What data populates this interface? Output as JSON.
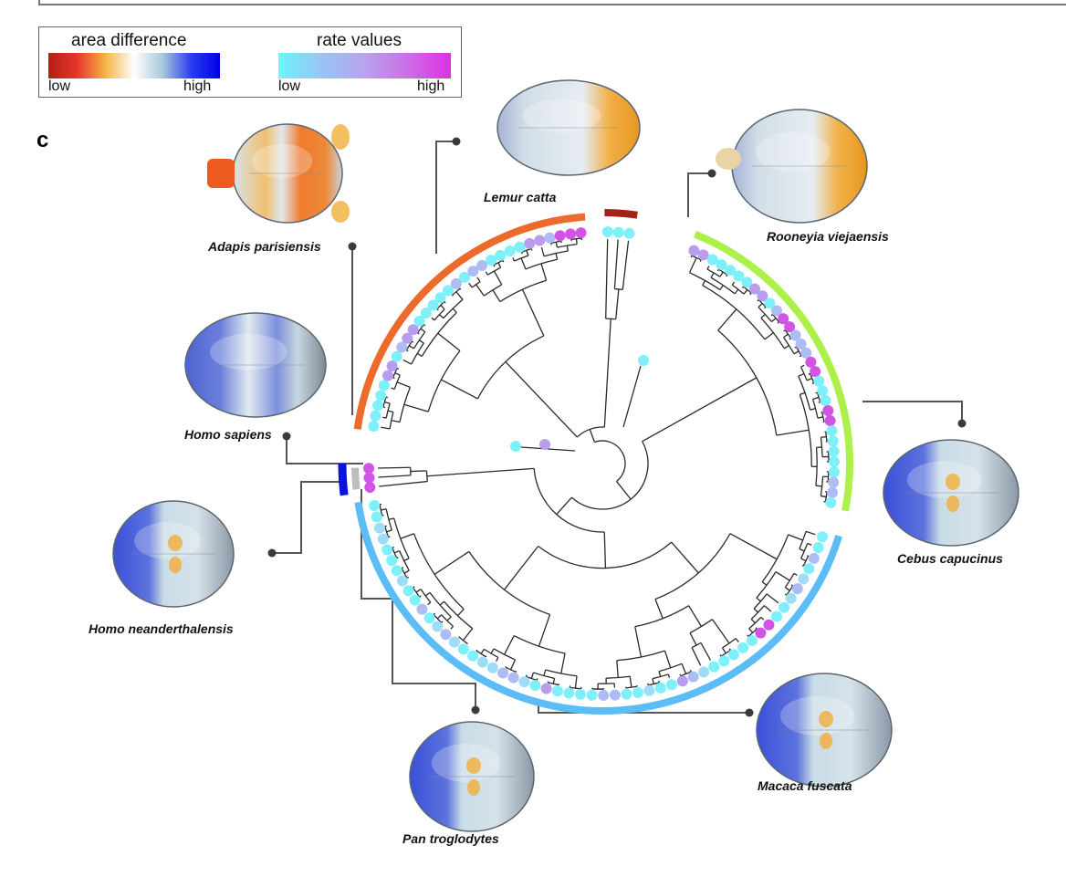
{
  "panel_label": "c",
  "legend": {
    "area_difference": {
      "title": "area difference",
      "low": "low",
      "high": "high",
      "gradient": [
        "#b22018",
        "#e8352a",
        "#f5b445",
        "#ffffff",
        "#a8c8dc",
        "#2a3cf0",
        "#0000e6"
      ]
    },
    "rate_values": {
      "title": "rate values",
      "low": "low",
      "high": "high",
      "gradient": [
        "#6ef5f8",
        "#98c4f4",
        "#b8a4ec",
        "#cc6ee6",
        "#de30e4"
      ]
    }
  },
  "colors": {
    "branch": "#2a2a2a",
    "leader": "#555555",
    "rate_low": "#7ef0fa",
    "rate_lowmid": "#9fdcf8",
    "rate_mid": "#aebcf4",
    "rate_midhigh": "#b89cee",
    "rate_high": "#d254e6"
  },
  "clades": [
    {
      "name": "strepsirrhines",
      "color": "#ec6a2c"
    },
    {
      "name": "adapis-clade",
      "color": "#a52119"
    },
    {
      "name": "new-world-monkeys",
      "color": "#aef04a"
    },
    {
      "name": "old-world-monkeys-apes",
      "color": "#5bbcf6"
    },
    {
      "name": "homo-clade",
      "color": "#0a12e0"
    },
    {
      "name": "fossil",
      "color": "#bdbdbd"
    }
  ],
  "species": [
    {
      "id": "adapis",
      "label": "Adapis parisiensis",
      "pattern": "orange"
    },
    {
      "id": "lemur",
      "label": "Lemur catta",
      "pattern": "orange-rear"
    },
    {
      "id": "rooneyia",
      "label": "Rooneyia viejaensis",
      "pattern": "orange-rear"
    },
    {
      "id": "homo-sapiens",
      "label": "Homo sapiens",
      "pattern": "blue"
    },
    {
      "id": "cebus",
      "label": "Cebus capucinus",
      "pattern": "blue-front"
    },
    {
      "id": "homo-nean",
      "label": "Homo neanderthalensis",
      "pattern": "blue-front"
    },
    {
      "id": "macaca",
      "label": "Macaca fuscata",
      "pattern": "blue-front"
    },
    {
      "id": "pan",
      "label": "Pan troglodytes",
      "pattern": "blue-front"
    }
  ],
  "tip_rates": {
    "strepsirrhines": [
      "low",
      "low",
      "low",
      "low",
      "low",
      "mid_high",
      "mid_high",
      "low",
      "mid",
      "mid_high",
      "mid_high",
      "low",
      "low",
      "low",
      "low",
      "low",
      "mid",
      "low",
      "mid",
      "mid",
      "low",
      "low",
      "low",
      "low",
      "mid_high",
      "mid_high",
      "mid",
      "high",
      "high",
      "high"
    ],
    "adapis-clade": [
      "low",
      "low",
      "low"
    ],
    "new-world-monkeys": [
      "mid_high",
      "mid_high",
      "low",
      "low",
      "low",
      "low",
      "low",
      "mid_high",
      "mid_high",
      "low",
      "mid",
      "high",
      "high",
      "mid",
      "mid",
      "mid",
      "high",
      "high",
      "low",
      "low",
      "low",
      "high",
      "high",
      "low",
      "low",
      "low",
      "low",
      "low",
      "mid",
      "mid",
      "low"
    ],
    "old-world-monkeys-apes": [
      "low",
      "low",
      "mid",
      "low",
      "lowmid",
      "mid",
      "lowmid",
      "low",
      "low",
      "high",
      "high",
      "low",
      "low",
      "low",
      "low",
      "low",
      "lowmid",
      "mid",
      "mid_high",
      "low",
      "low",
      "lowmid",
      "low",
      "low",
      "mid",
      "mid",
      "low",
      "low",
      "low",
      "low",
      "mid_high",
      "low",
      "lowmid",
      "mid",
      "mid",
      "lowmid",
      "lowmid",
      "low",
      "low",
      "lowmid",
      "mid",
      "lowmid",
      "low",
      "mid",
      "low",
      "low",
      "lowmid",
      "low",
      "low",
      "low",
      "lowmid",
      "lowmid",
      "low",
      "low"
    ],
    "homo-clade": [
      "high",
      "high",
      "high"
    ],
    "fossil-inner": [
      "low",
      "mid_high"
    ]
  }
}
